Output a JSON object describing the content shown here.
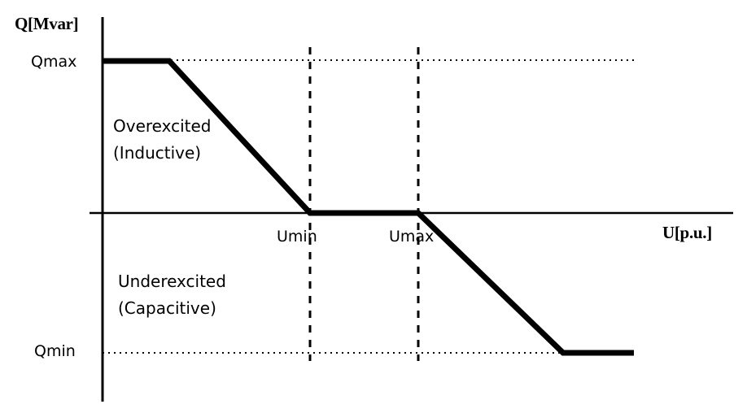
{
  "chart_data": {
    "type": "line",
    "title": "",
    "xlabel": "U[p.u.]",
    "ylabel": "Q[Mvar]",
    "grid": false,
    "legend": null,
    "description": "Generator / inverter volt-var droop characteristic: reactive power Q versus terminal voltage U",
    "x_tick_labels": [
      "Umin",
      "Umax"
    ],
    "y_tick_labels": [
      "Qmax",
      "Qmin"
    ],
    "annotations": [
      {
        "name": "overexcited",
        "line1": "Overexcited",
        "line2": "(Inductive)"
      },
      {
        "name": "underexcited",
        "line1": "Underexcited",
        "line2": "(Capacitive)"
      }
    ],
    "series": [
      {
        "name": "Q(U) droop characteristic",
        "points": [
          {
            "x": "0",
            "y": "Qmax"
          },
          {
            "x": "U1",
            "y": "Qmax"
          },
          {
            "x": "Umin",
            "y": "0"
          },
          {
            "x": "Umax",
            "y": "0"
          },
          {
            "x": "U2",
            "y": "Qmin"
          },
          {
            "x": "Uend",
            "y": "Qmin"
          }
        ]
      }
    ],
    "reference_lines": [
      {
        "name": "qmax-level",
        "orientation": "horizontal",
        "value": "Qmax",
        "style": "dotted"
      },
      {
        "name": "qmin-level",
        "orientation": "horizontal",
        "value": "Qmin",
        "style": "dotted"
      },
      {
        "name": "umin-level",
        "orientation": "vertical",
        "value": "Umin",
        "style": "dashed"
      },
      {
        "name": "umax-level",
        "orientation": "vertical",
        "value": "Umax",
        "style": "dashed"
      }
    ]
  },
  "axes": {
    "y_title": "Q[Mvar]",
    "x_title": "U[p.u.]"
  },
  "labels": {
    "qmax": "Qmax",
    "qmin": "Qmin",
    "umin": "Umin",
    "umax": "Umax"
  },
  "regions": {
    "overexcited_line1": "Overexcited",
    "overexcited_line2": "(Inductive)",
    "underexcited_line1": "Underexcited",
    "underexcited_line2": "(Capacitive)"
  },
  "colors": {
    "curve": "#000000",
    "axis": "#000000",
    "guide": "#000000",
    "background": "#ffffff"
  }
}
